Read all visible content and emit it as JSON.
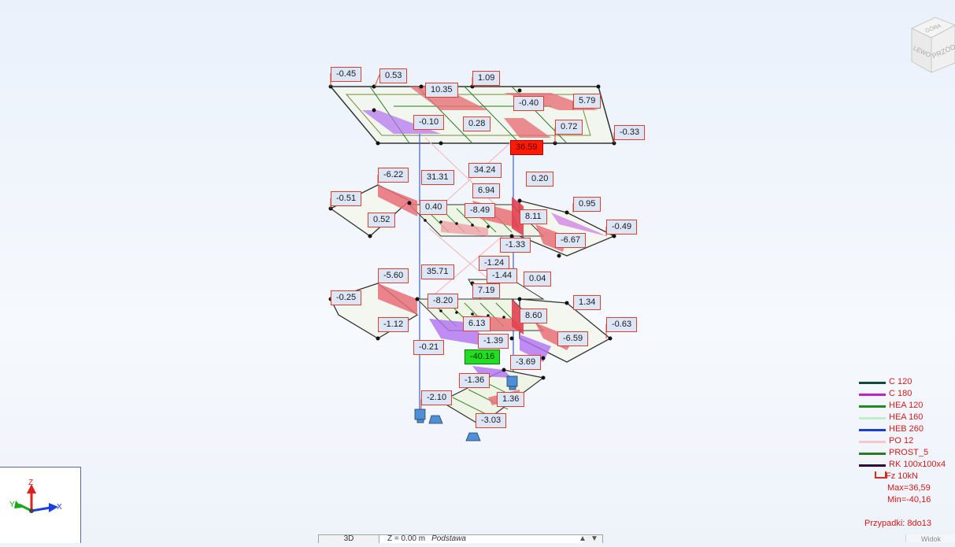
{
  "viewport": {
    "force_labels": [
      "-0.45",
      "0.53",
      "10.35",
      "1.09",
      "-0.40",
      "5.79",
      "-0.10",
      "0.28",
      "0.72",
      "-0.33",
      "36.59",
      "34.24",
      "-6.22",
      "31.31",
      "0.20",
      "-0.51",
      "6.94",
      "0.40",
      "-8.49",
      "0.95",
      "0.52",
      "8.11",
      "-0.49",
      "-6.67",
      "-1.33",
      "-1.24",
      "-5.60",
      "35.71",
      "-1.44",
      "0.04",
      "7.19",
      "-0.25",
      "-8.20",
      "1.34",
      "-1.12",
      "6.13",
      "8.60",
      "-0.63",
      "-1.39",
      "-6.59",
      "-0.21",
      "-40.16",
      "-3.69",
      "-1.36",
      "-2.10",
      "1.36",
      "-3.03"
    ],
    "max_label_index": 10,
    "min_label_index": 41
  },
  "navcube": {
    "faces": [
      "GÓRA",
      "LEWO",
      "PRZÓD"
    ],
    "icon": "view-cube-icon"
  },
  "axes": {
    "x": "X",
    "y": "Y",
    "z": "Z",
    "icon": "axis-triad-icon"
  },
  "legend": {
    "sections": [
      {
        "name": "C 120",
        "color": "#0f4a3c"
      },
      {
        "name": "C 180",
        "color": "#c020d0"
      },
      {
        "name": "HEA 120",
        "color": "#1f8a1f"
      },
      {
        "name": "HEA 160",
        "color": "#bff0c8"
      },
      {
        "name": "HEB 260",
        "color": "#1a3fd0"
      },
      {
        "name": "PO 12",
        "color": "#f6c8cc"
      },
      {
        "name": "PROST_5",
        "color": "#2a7a2a"
      },
      {
        "name": "RK 100x100x4",
        "color": "#2a0a3a"
      }
    ],
    "fz": "Fz  10kN",
    "max": "Max=36,59",
    "min": "Min=-40,16"
  },
  "cases": "Przypadki: 8do13",
  "bottombar": {
    "view_mode": "3D",
    "level": "Z = 0.00 m",
    "level_name": "Podstawa",
    "spin_up": "▲",
    "spin_down": "▼"
  },
  "corner_tab": "Widok",
  "colors": {
    "max_label": "#ff1a00",
    "min_label": "#22dd22",
    "label_bg": "#dce6f6",
    "label_border": "#e0402a",
    "force_diagram": "#e87078",
    "negative_diagram": "#b070f0"
  }
}
